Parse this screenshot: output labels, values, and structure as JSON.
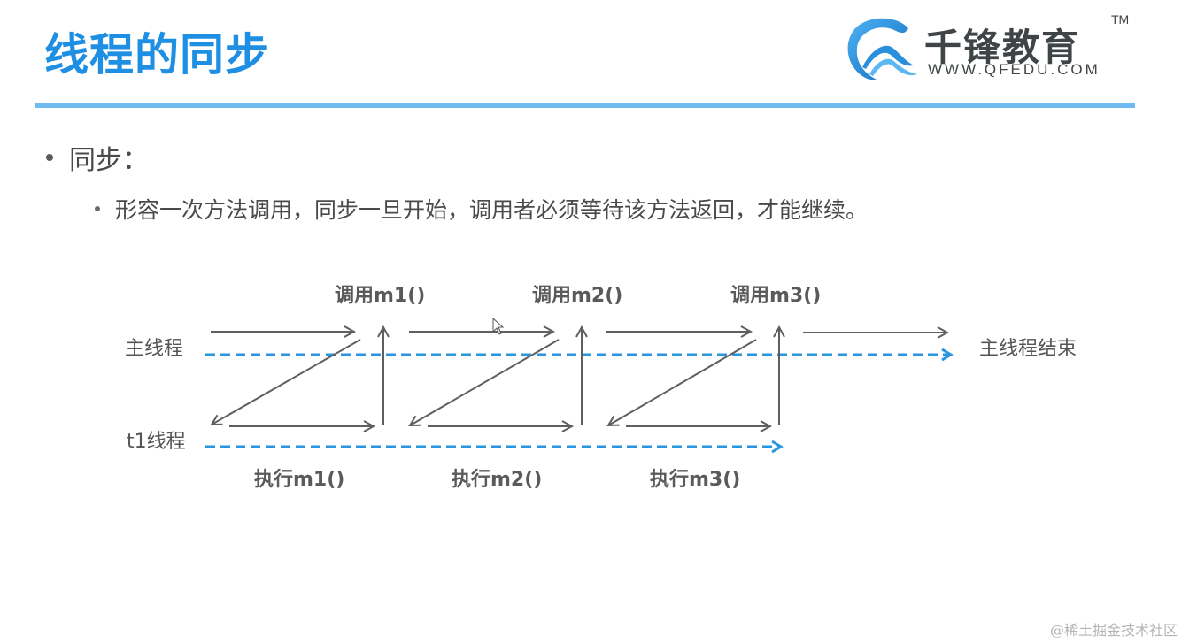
{
  "slide": {
    "title": "线程的同步",
    "brand": {
      "name": "千锋教育",
      "url": "WWW.QFEDU.COM",
      "trademark": "TM",
      "logo_icon": "qfedu-q-wave-logo",
      "color": "#1e8fe3"
    },
    "rule_color": "#6fbaf0",
    "bullets": [
      {
        "level": 1,
        "text": "同步："
      },
      {
        "level": 2,
        "text": "形容一次方法调用，同步一旦开始，调用者必须等待该方法返回，才能继续。"
      }
    ]
  },
  "diagram": {
    "lanes": {
      "main": {
        "label": "主线程",
        "end_label": "主线程结束"
      },
      "t1": {
        "label": "t1线程"
      }
    },
    "calls": [
      {
        "call_label": "调用m1()",
        "exec_label": "执行m1()"
      },
      {
        "call_label": "调用m2()",
        "exec_label": "执行m2()"
      },
      {
        "call_label": "调用m3()",
        "exec_label": "执行m3()"
      }
    ],
    "colors": {
      "arrow": "#5f5f5f",
      "timeline": "#2a96e0"
    }
  },
  "watermark": "@稀土掘金技术社区"
}
